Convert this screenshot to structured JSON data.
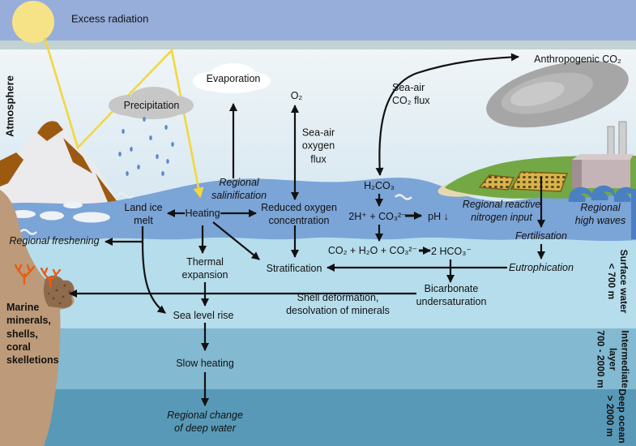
{
  "colors": {
    "sky_band": "#97aedb",
    "haze_strip": "#c3d3d3",
    "sky_top": "#f0f5f7",
    "sky_bottom": "#d2e5f0",
    "ocean_surface_band": "#7ba4d7",
    "surface_water": "#b5ddec",
    "intermediate_layer": "#83b9d1",
    "deep_ocean": "#5899b7",
    "sun": "#f7e387",
    "radiation_ray": "#f3d73e",
    "arrow": "#111111",
    "land_green": "#74a844",
    "seafloor_tan": "#bd9a79",
    "coral_orange": "#e95d10"
  },
  "atmosphere": {
    "axis_label": "Atmosphere",
    "excess_radiation": "Excess radiation",
    "evaporation": "Evaporation",
    "precipitation": "Precipitation",
    "o2": "O₂",
    "sea_air_oxygen_flux": [
      "Sea-air",
      "oxygen",
      "flux"
    ],
    "sea_air_co2_flux": [
      "Sea-air",
      "CO₂ flux"
    ],
    "anthropogenic_co2": "Anthropogenic CO₂"
  },
  "surface": {
    "regional_salinification": [
      "Regional",
      "salinification"
    ],
    "land_ice_melt": [
      "Land ice",
      "melt"
    ],
    "heating": "Heating",
    "reduced_oxygen": [
      "Reduced oxygen",
      "concentration"
    ],
    "regional_reactive_nitrogen": [
      "Regional reactive",
      "nitrogen input"
    ],
    "regional_high_waves": [
      "Regional",
      "high waves"
    ],
    "regional_freshening": "Regional freshening",
    "thermal_expansion": [
      "Thermal",
      "expansion"
    ],
    "stratification": "Stratification",
    "fertilisation": "Fertilisation",
    "eutrophication": "Eutrophication",
    "sea_level_rise": "Sea level rise",
    "shell_deformation": [
      "Shell deformation,",
      "desolvation of minerals"
    ],
    "bicarbonate_undersaturation": [
      "Bicarbonate",
      "undersaturation"
    ],
    "marine_minerals": [
      "Marine",
      "minerals,",
      "shells,",
      "coral",
      "skelletions"
    ]
  },
  "chemistry": {
    "h2co3": "H₂CO₃",
    "reaction1_lhs": "2H⁺ + CO₃²⁻",
    "reaction1_rhs": "pH ↓",
    "reaction2_lhs": "CO₂ + H₂O + CO₃²⁻",
    "reaction2_rhs": "2 HCO₃⁻"
  },
  "deep": {
    "slow_heating": "Slow heating",
    "regional_change_of_deep_water": [
      "Regional change",
      "of deep water"
    ]
  },
  "depth_layers": {
    "surface": [
      "Surface water",
      "< 700 m"
    ],
    "intermediate": [
      "Intermediate",
      "layer",
      "700 - 2000 m"
    ],
    "deep": [
      "Deep ocean",
      "> 2000 m"
    ]
  }
}
